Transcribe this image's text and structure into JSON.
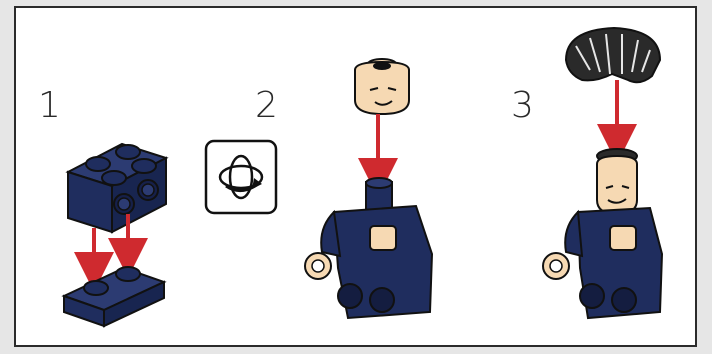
{
  "steps": [
    {
      "number": "1"
    },
    {
      "number": "2"
    },
    {
      "number": "3"
    }
  ],
  "icons": {
    "rotate": "rotate-assembly-icon"
  },
  "colors": {
    "brick_blue": "#1f2d5e",
    "brick_blue_dark": "#141d40",
    "skin": "#f6d9b3",
    "arrow_red": "#cf2a2f",
    "hair": "#2a2a2a",
    "outline": "#111111"
  }
}
